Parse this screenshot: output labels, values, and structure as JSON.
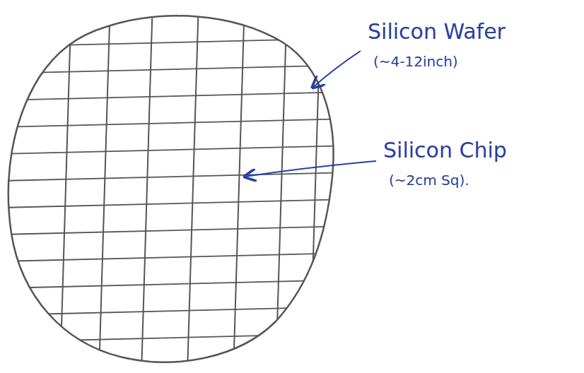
{
  "diagram": {
    "labels": [
      "Silicon Wafer",
      "(~4-12inch)",
      "Silicon Chip",
      "(~2cm Sq)."
    ]
  }
}
